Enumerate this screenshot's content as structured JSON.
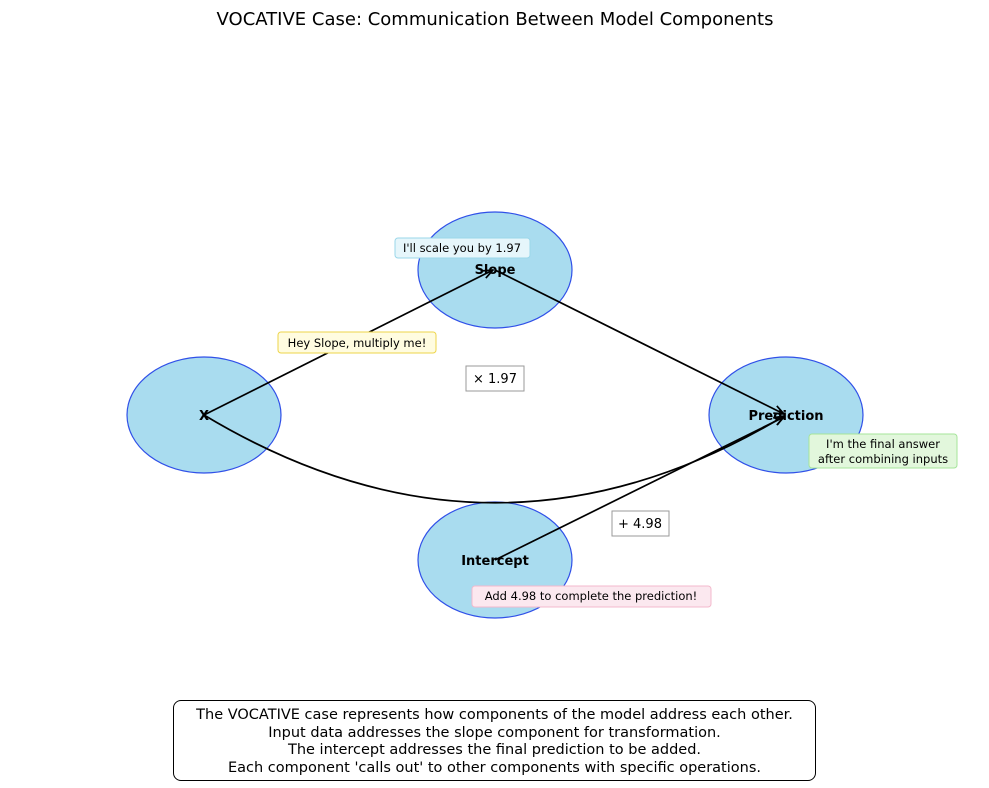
{
  "title": "VOCATIVE Case: Communication Between Model Components",
  "nodes": {
    "x": "X",
    "slope": "Slope",
    "prediction": "Prediction",
    "intercept": "Intercept"
  },
  "bubbles": {
    "slope_says": "I'll scale you by 1.97",
    "x_says": "Hey Slope, multiply me!",
    "prediction_says_line1": "I'm the final answer",
    "prediction_says_line2": "after combining inputs",
    "intercept_says": "Add 4.98 to complete the prediction!"
  },
  "operations": {
    "multiply": "× 1.97",
    "add": "+ 4.98"
  },
  "caption": [
    "The VOCATIVE case represents how components of the model address each other.",
    "Input data addresses the slope component for transformation.",
    "The intercept addresses the final prediction to be added.",
    "Each component 'calls out' to other components with specific operations."
  ],
  "colors": {
    "node_fill": "#a9dcef",
    "node_stroke": "#3050e8",
    "bubble_yellow": "#fffce0",
    "bubble_blue": "#e6f6fb",
    "bubble_green": "#e2f7dc",
    "bubble_pink": "#fbe8ef"
  }
}
